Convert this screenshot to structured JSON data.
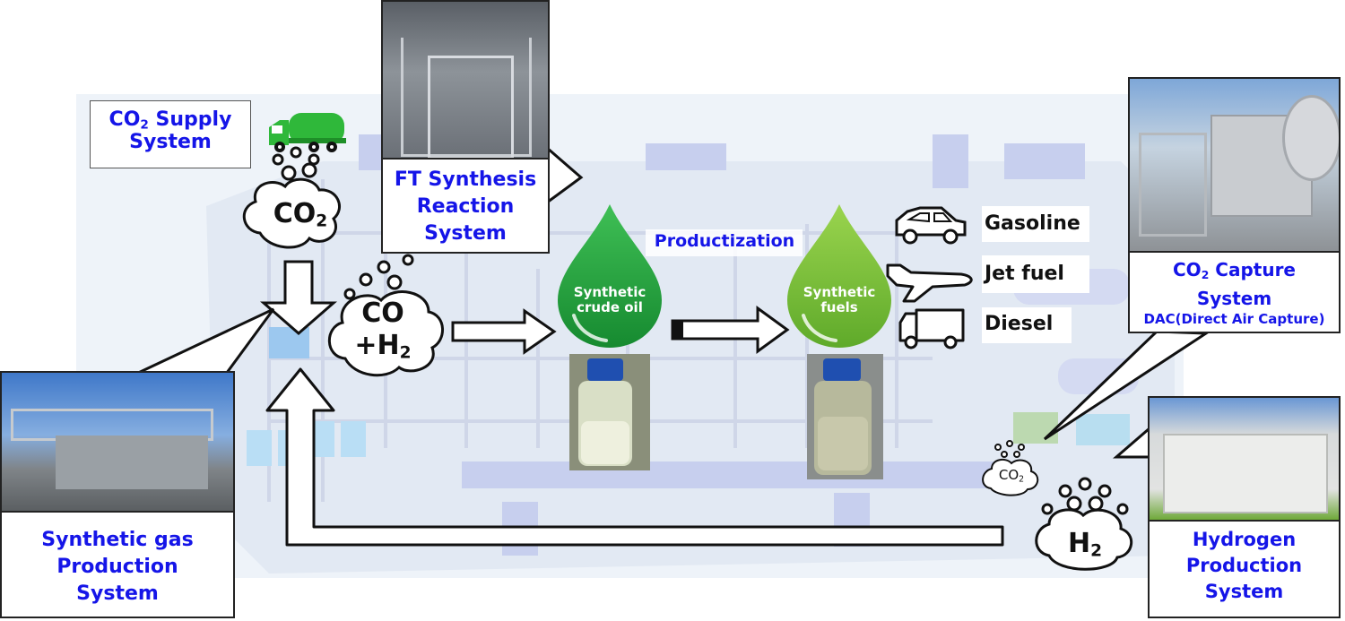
{
  "labels": {
    "co2_supply": {
      "main": "CO",
      "sub": "2",
      "rest": " Supply",
      "line2": "System"
    },
    "ft_synthesis": [
      "FT Synthesis",
      "Reaction",
      "System"
    ],
    "productization": "Productization",
    "fuels": [
      "Gasoline",
      "Jet fuel",
      "Diesel"
    ],
    "co2_capture": {
      "main": "CO",
      "sub": "2",
      "rest": " Capture",
      "line2": "System",
      "line3": "DAC(Direct Air Capture)"
    },
    "syngas": [
      "Synthetic gas",
      "Production",
      "System"
    ],
    "hydrogen": [
      "Hydrogen",
      "Production",
      "System"
    ],
    "drop_crude": [
      "Synthetic",
      "crude oil"
    ],
    "drop_fuels": [
      "Synthetic",
      "fuels"
    ],
    "cloud_co2": {
      "main": "CO",
      "sub": "2"
    },
    "cloud_co_h2": {
      "line1": "CO",
      "line2_main": "+H",
      "line2_sub": "2"
    },
    "cloud_co2_small": {
      "main": "CO",
      "sub": "2"
    },
    "cloud_h2": {
      "main": "H",
      "sub": "2"
    }
  },
  "colors": {
    "label_blue": "#1515e8",
    "drop_dark_green": "#1f9a3a",
    "drop_light_green": "#7cbf3a",
    "truck_green": "#2fb83a",
    "plant_bg": "#e4ecf6"
  },
  "icons": [
    "tanker-truck-icon",
    "car-icon",
    "airplane-icon",
    "truck-icon"
  ]
}
